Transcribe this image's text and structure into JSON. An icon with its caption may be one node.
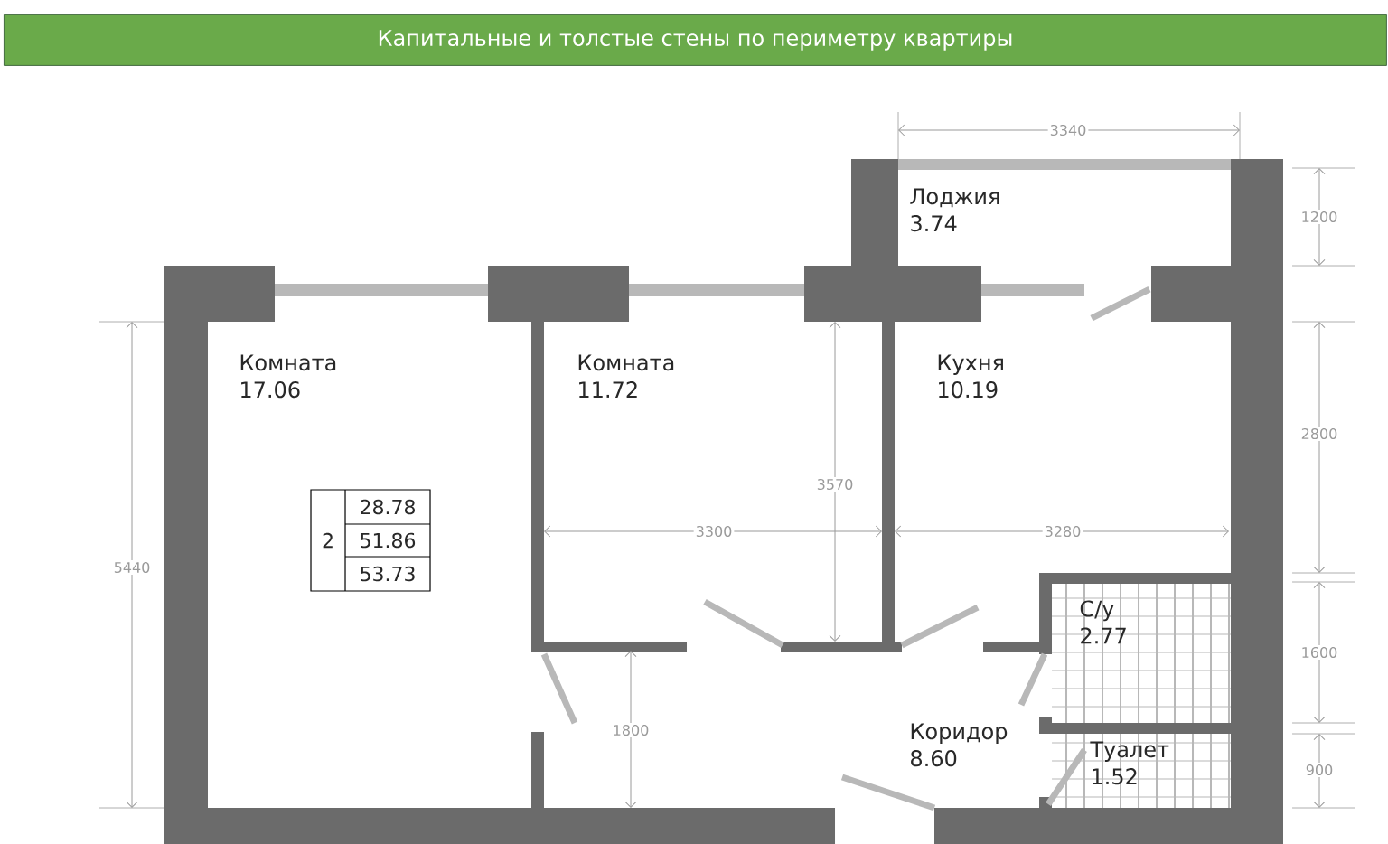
{
  "diagram": {
    "title": "Капитальные и толстые  стены по периметру квартиры",
    "labels": [
      "3340",
      "Лоджия 3.74",
      "1200",
      "Комната 17.06",
      "Комната 11.72",
      "Кухня 10.19",
      "3570",
      "2800",
      "28.78",
      "2",
      "51.86",
      "53.73",
      "5440",
      "3300",
      "3280",
      "С/у 2.77",
      "1600",
      "1800",
      "Коридор 8.60",
      "Туалет 1.52",
      "900"
    ]
  }
}
